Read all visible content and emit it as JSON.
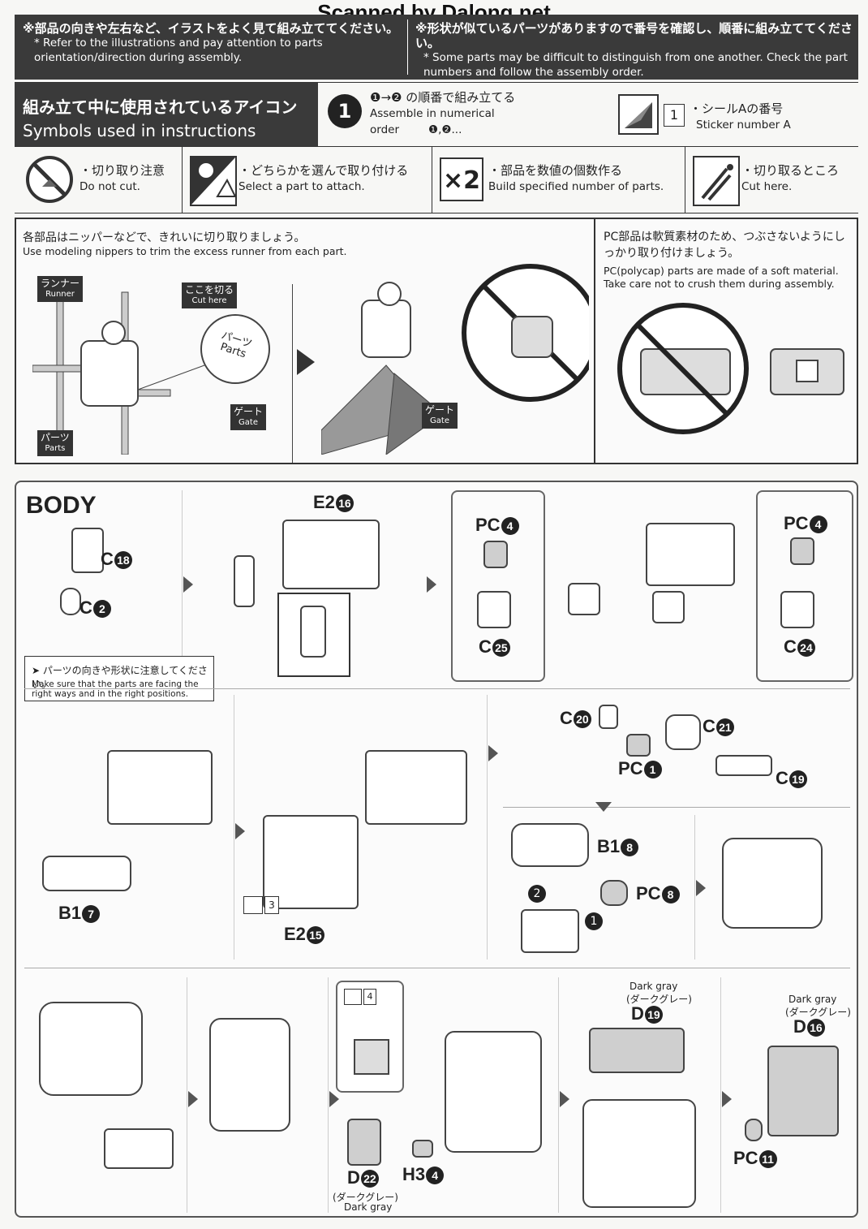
{
  "watermark": "Scanned by Dalong.net",
  "header": {
    "left_jp": "※部品の向きや左右など、イラストをよく見て組み立ててください。",
    "left_en": "* Refer to the illustrations and pay attention to parts orientation/direction during assembly.",
    "right_jp": "※形状が似ているパーツがありますので番号を確認し、順番に組み立ててください。",
    "right_en": "* Some parts may be difficult to distinguish from one another. Check the part numbers and follow the assembly order."
  },
  "symbols": {
    "title_jp": "組み立て中に使用されているアイコン",
    "title_en": "Symbols used in instructions",
    "order_number": "1",
    "order_jp": "の順番で組み立てる",
    "order_en": "Assemble in numerical order",
    "order_seq": "❶→❷",
    "order_tail": "❶,❷...",
    "sticker_number": "1",
    "sticker_jp": "・シールAの番号",
    "sticker_en": "Sticker number A",
    "donotcut_jp": "・切り取り注意",
    "donotcut_en": "Do not cut.",
    "select_jp": "・どちらかを選んで取り付ける",
    "select_en": "Select a part to attach.",
    "multiply_badge": "×2",
    "multiply_jp": "・部品を数値の個数作る",
    "multiply_en": "Build specified number of parts.",
    "cut_jp": "・切り取るところ",
    "cut_en": "Cut here."
  },
  "cutting": {
    "intro_jp": "各部品はニッパーなどで、きれいに切り取りましょう。",
    "intro_en": "Use modeling nippers to trim the excess runner from each part.",
    "runner_jp": "ランナー",
    "runner_en": "Runner",
    "cuthere_jp": "ここを切る",
    "cuthere_en": "Cut here",
    "parts_jp": "パーツ",
    "parts_en": "Parts",
    "gate_jp": "ゲート",
    "gate_en": "Gate",
    "pc_jp": "PC部品は軟質素材のため、つぶさないようにしっかり取り付けましょう。",
    "pc_en": "PC(polycap) parts are made of a soft material. Take care not to crush them during assembly."
  },
  "body": {
    "title": "BODY",
    "note_jp": "パーツの向きや形状に注意してください。",
    "note_en": "Make sure that the parts are facing the right ways and in the right positions.",
    "dark_gray_en": "Dark gray",
    "dark_gray_jp": "(ダークグレー)",
    "labels": {
      "c18": "C",
      "c18n": "18",
      "c2": "C",
      "c2n": "2",
      "e2_16": "E2",
      "e2_16n": "16",
      "pc4a": "PC",
      "pc4an": "4",
      "c25": "C",
      "c25n": "25",
      "pc4b": "PC",
      "pc4bn": "4",
      "c24": "C",
      "c24n": "24",
      "b1_7": "B1",
      "b1_7n": "7",
      "e2_15": "E2",
      "e2_15n": "15",
      "sticker3": "3",
      "c20": "C",
      "c20n": "20",
      "c21": "C",
      "c21n": "21",
      "pc1": "PC",
      "pc1n": "1",
      "c19": "C",
      "c19n": "19",
      "b1_8": "B1",
      "b1_8n": "8",
      "pc8": "PC",
      "pc8n": "8",
      "step1": "1",
      "step2": "2",
      "sticker4": "4",
      "d22": "D",
      "d22n": "22",
      "h3_4": "H3",
      "h3_4n": "4",
      "d19": "D",
      "d19n": "19",
      "d16": "D",
      "d16n": "16",
      "pc11": "PC",
      "pc11n": "11"
    }
  }
}
